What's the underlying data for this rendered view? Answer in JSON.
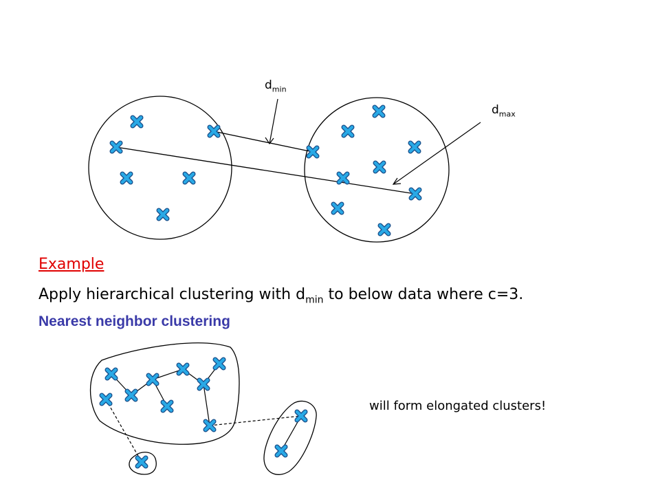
{
  "diagram": {
    "labels": {
      "dmin_base": "d",
      "dmin_sub": "min",
      "dmax_base": "d",
      "dmax_sub": "max"
    }
  },
  "text": {
    "example_heading": "Example",
    "problem_prefix": "Apply hierarchical clustering with d",
    "problem_sub": "min",
    "problem_suffix": " to below data where c=3.",
    "method": "Nearest neighbor clustering",
    "note": "will form elongated clusters!"
  },
  "colors": {
    "marker_fill": "#29a9e6",
    "marker_edge": "#1a4f8a",
    "example_heading": "#e00000",
    "method_text": "#3a3aa8"
  }
}
